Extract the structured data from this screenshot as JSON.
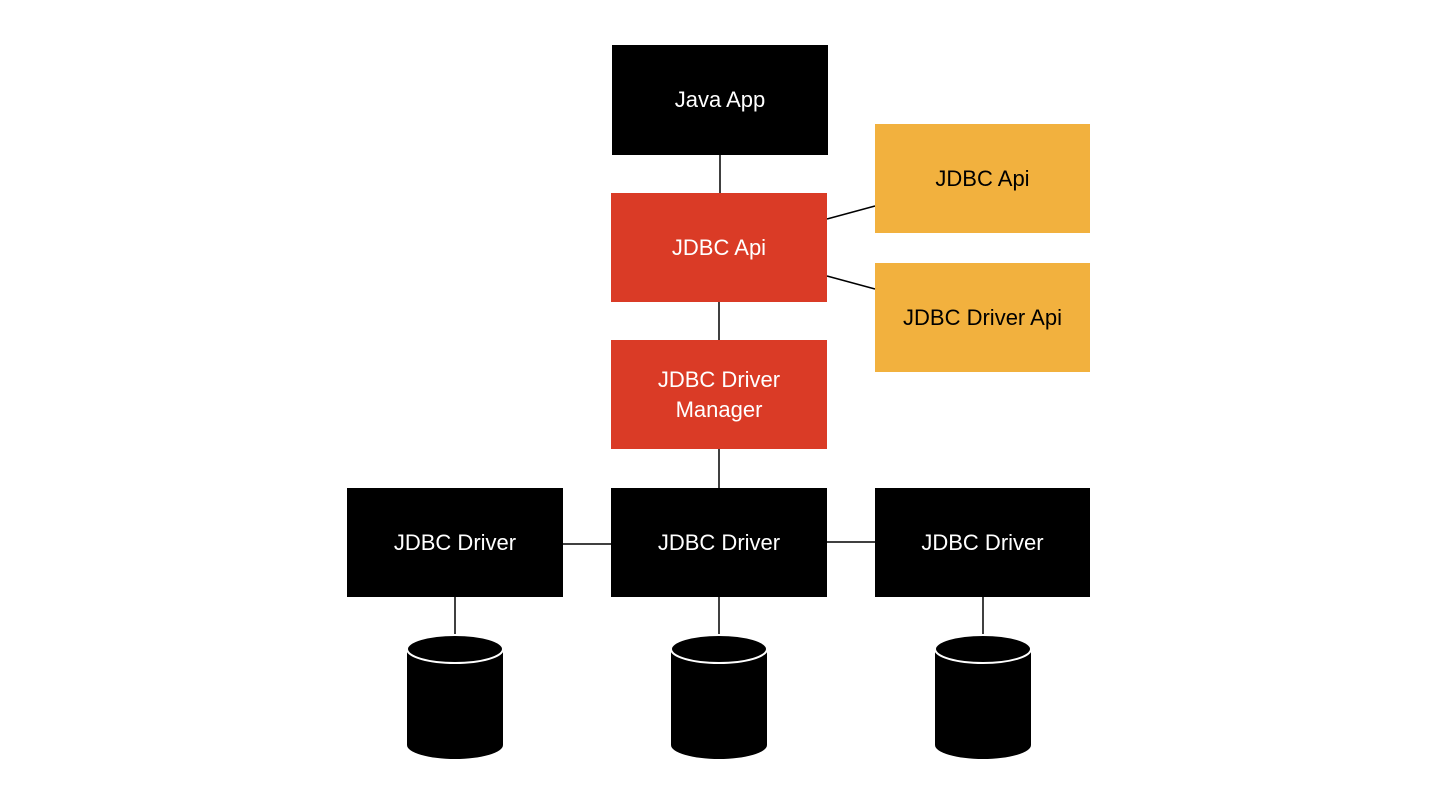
{
  "colors": {
    "black": "#000000",
    "red": "#da3b26",
    "orange": "#f2b13e",
    "line": "#000000"
  },
  "nodes": {
    "java_app": "Java App",
    "jdbc_api_main": "JDBC Api",
    "jdbc_api_side": "JDBC Api",
    "jdbc_driver_api": "JDBC Driver Api",
    "driver_manager_line1": "JDBC Driver",
    "driver_manager_line2": "Manager",
    "driver_left": "JDBC Driver",
    "driver_center": "JDBC Driver",
    "driver_right": "JDBC Driver"
  },
  "databases": [
    {
      "icon": "database-icon"
    },
    {
      "icon": "database-icon"
    },
    {
      "icon": "database-icon"
    }
  ]
}
